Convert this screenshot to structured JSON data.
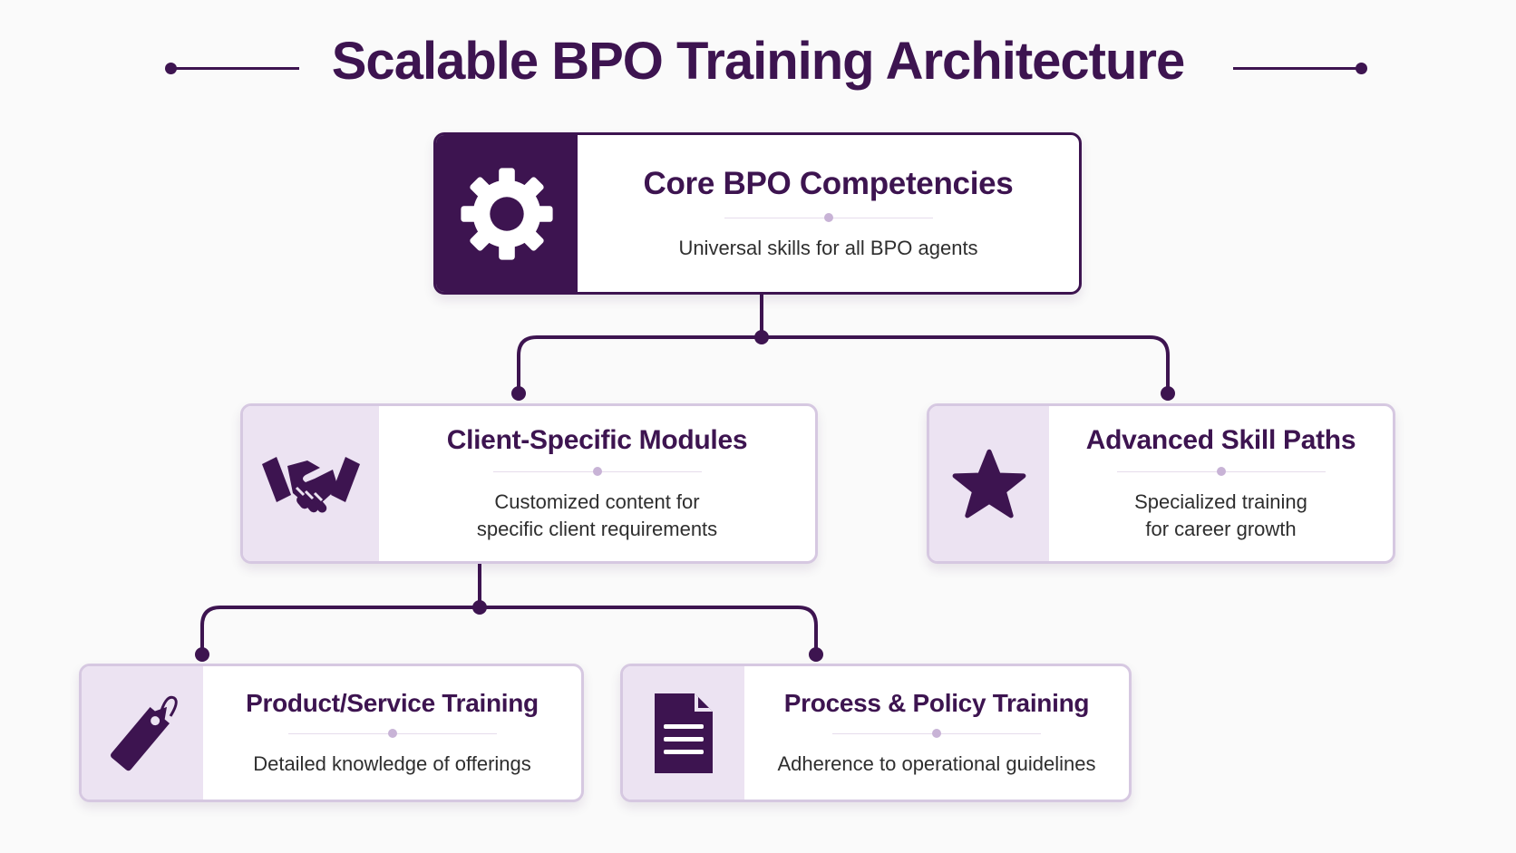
{
  "title": "Scalable BPO Training Architecture",
  "colors": {
    "primary": "#3d1450",
    "panel": "#ece3f2",
    "border": "#d6c8e1",
    "background": "#fafafa"
  },
  "nodes": {
    "core": {
      "title": "Core BPO Competencies",
      "description": "Universal skills for all BPO agents",
      "icon": "gear-icon"
    },
    "client": {
      "title": "Client-Specific Modules",
      "description_lines": [
        "Customized content for",
        "specific client requirements"
      ],
      "icon": "handshake-icon"
    },
    "advanced": {
      "title": "Advanced Skill Paths",
      "description_lines": [
        "Specialized training",
        "for career growth"
      ],
      "icon": "star-icon"
    },
    "product": {
      "title": "Product/Service Training",
      "description": "Detailed knowledge of offerings",
      "icon": "price-tag-icon"
    },
    "process": {
      "title": "Process & Policy Training",
      "description": "Adherence to operational guidelines",
      "icon": "document-icon"
    }
  }
}
